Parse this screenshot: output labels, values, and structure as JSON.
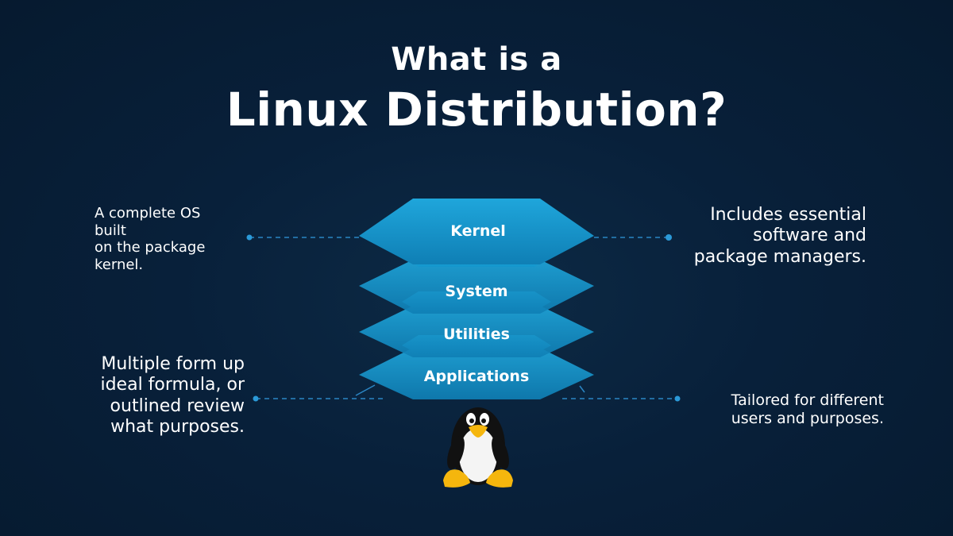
{
  "title": {
    "line1": "What is a",
    "line2": "Linux Distribution?"
  },
  "layers": [
    {
      "label": "Kernel"
    },
    {
      "label": "System"
    },
    {
      "label": "Utilities"
    },
    {
      "label": "Applications"
    }
  ],
  "notes": {
    "top_left": [
      "A complete OS",
      "built",
      "on the package",
      "kernel."
    ],
    "top_right": [
      "Includes essential",
      "software and",
      "package managers."
    ],
    "bottom_left": [
      "Multiple form up",
      "ideal formula, or",
      "outlined review",
      "what purposes."
    ],
    "bottom_right": [
      "Tailored for different",
      "users and purposes."
    ]
  },
  "icons": {
    "mascot": "tux-penguin-icon"
  },
  "colors": {
    "background": "#08203a",
    "layer": "#1797c9",
    "layer_highlight": "#22b0e3",
    "connector": "#2b86c4"
  }
}
